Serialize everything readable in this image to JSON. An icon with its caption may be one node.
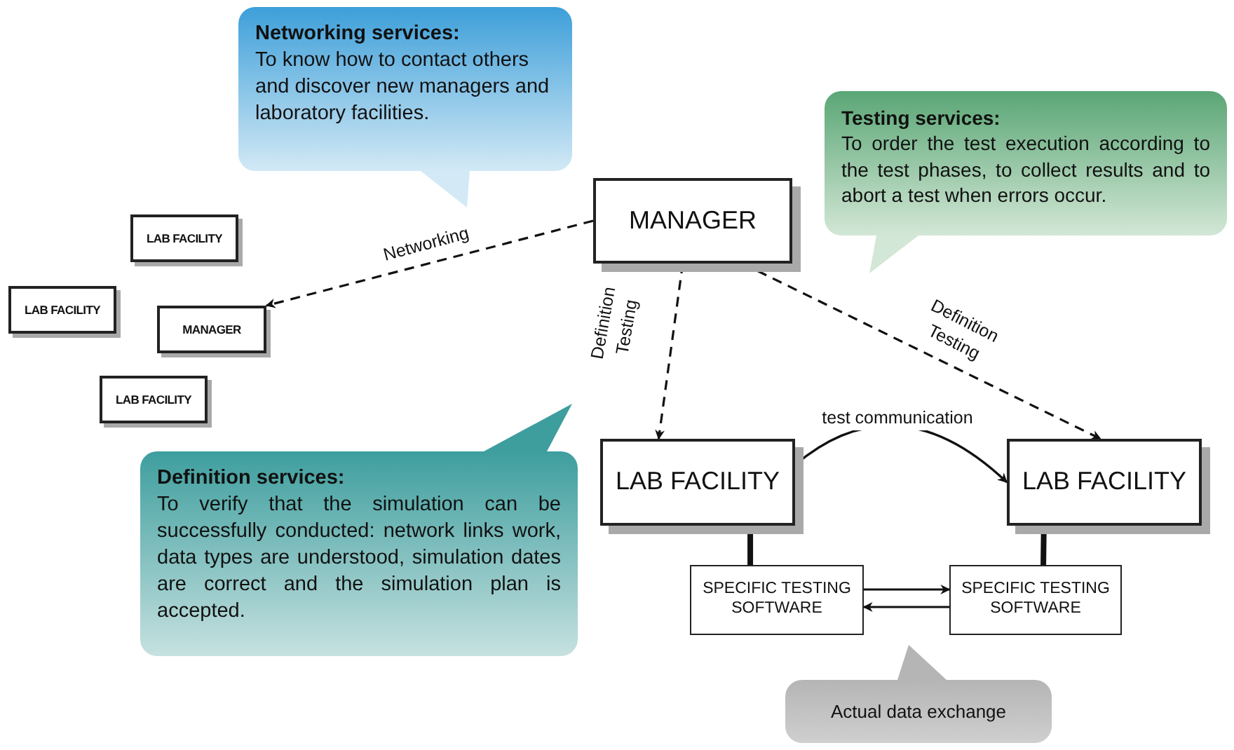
{
  "diagram": {
    "nodes": [
      {
        "text": [
          "Networking services:",
          "To know how to contact others and discover new managers and laboratory facilities."
        ]
      },
      {
        "text": [
          "Testing services:",
          "To order the test execution according to the test phases, to collect results and to abort a test when errors occur."
        ]
      },
      {
        "text": [
          "MANAGER"
        ]
      },
      {
        "text": [
          "LAB FACILITY"
        ]
      },
      {
        "text": [
          "LAB FACILITY"
        ]
      },
      {
        "text": [
          "MANAGER"
        ]
      },
      {
        "text": [
          "LAB FACILITY"
        ]
      },
      {
        "text": [
          "Definition services:",
          "To verify that the simulation can be successfully conducted: network links work, data types are understood, simulation dates are correct and the simulation plan is accepted."
        ]
      },
      {
        "text": [
          "LAB FACILITY"
        ]
      },
      {
        "text": [
          "LAB FACILITY"
        ]
      },
      {
        "text": [
          "SPECIFIC TESTING SOFTWARE"
        ]
      },
      {
        "text": [
          "SPECIFIC TESTING SOFTWARE"
        ]
      },
      {
        "text": [
          "Actual data exchange"
        ]
      }
    ],
    "edges": [
      {
        "from": 2,
        "to": 5,
        "arrow": "to",
        "label": "Networking",
        "style": "dashed"
      },
      {
        "from": 2,
        "to": 8,
        "arrow": "to",
        "label": "Definition Testing",
        "style": "dashed"
      },
      {
        "from": 2,
        "to": 9,
        "arrow": "to",
        "label": "Definition Testing",
        "style": "dashed"
      },
      {
        "from": 8,
        "to": 9,
        "arrow": "to",
        "label": "test communication"
      },
      {
        "from": 8,
        "to": 10,
        "arrow": "none",
        "style": "thick"
      },
      {
        "from": 9,
        "to": 11,
        "arrow": "none",
        "style": "thick"
      },
      {
        "from": 10,
        "to": 11,
        "arrow": "to"
      },
      {
        "from": 11,
        "to": 10,
        "arrow": "to"
      }
    ]
  }
}
